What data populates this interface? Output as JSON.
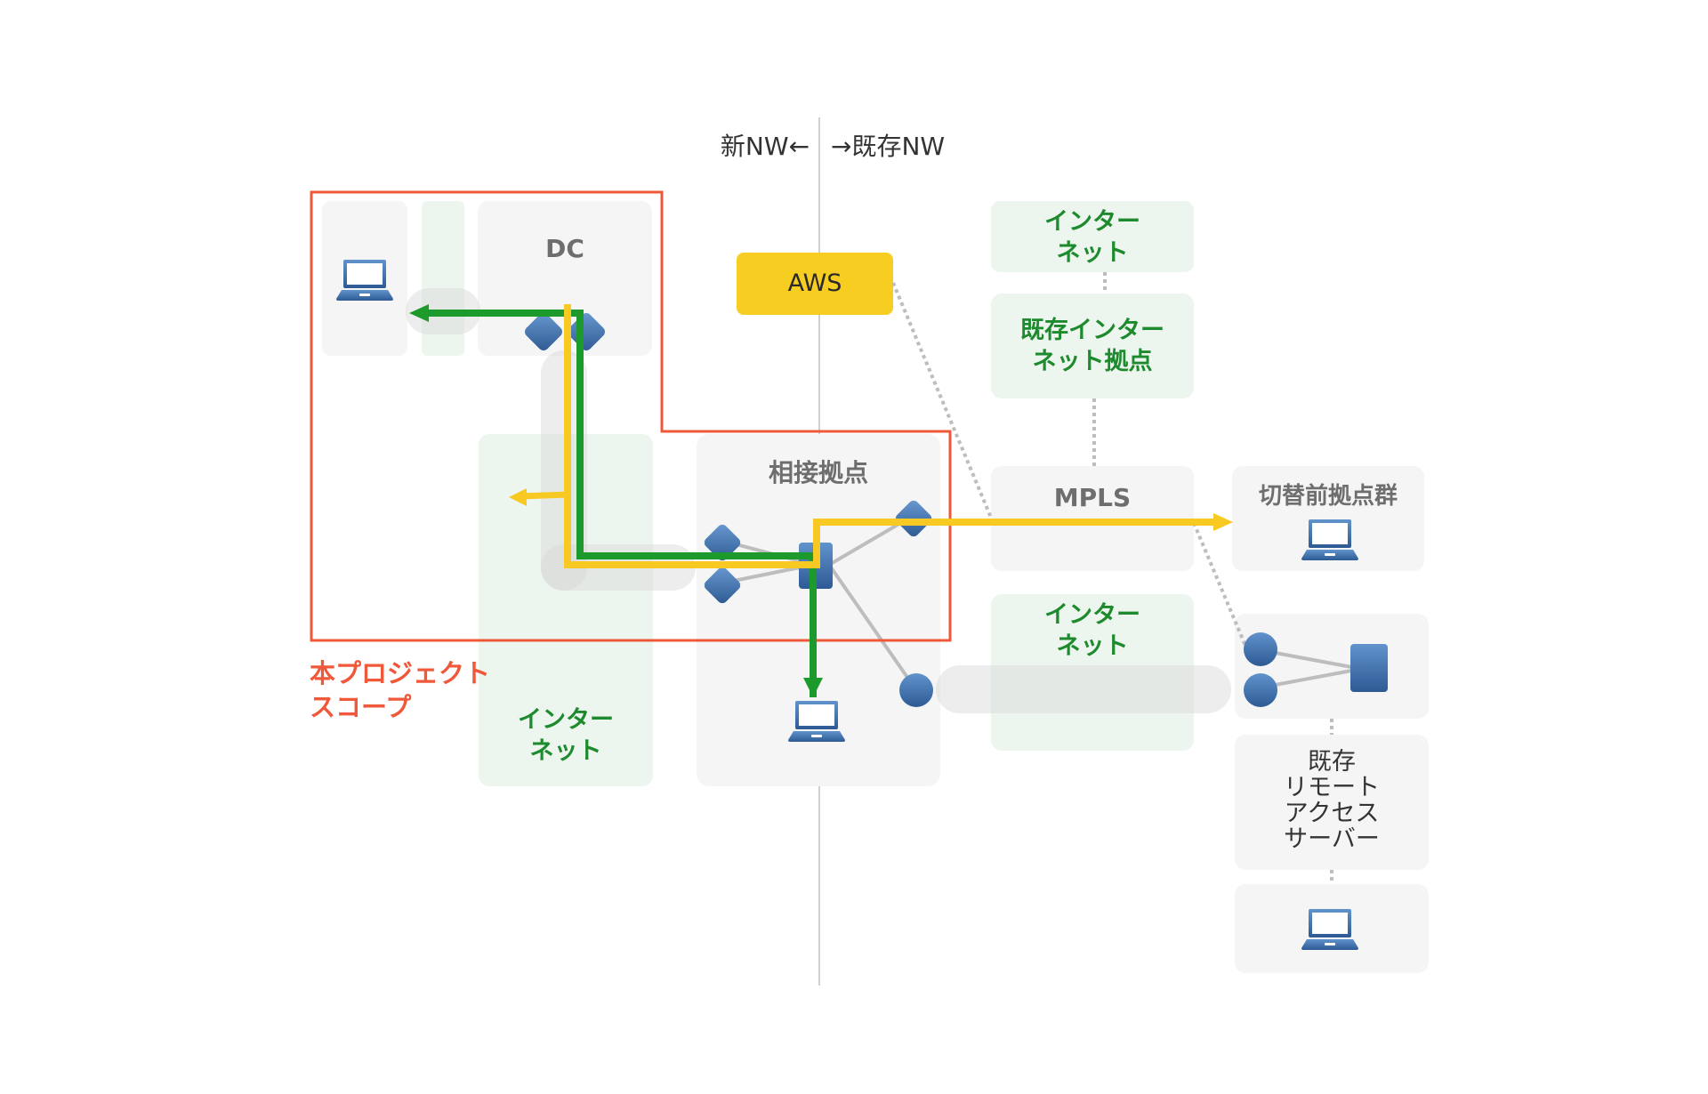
{
  "header": {
    "new_nw_label": "新NW←",
    "existing_nw_label": "→既存NW"
  },
  "scope": {
    "label": "本プロジェクト\nスコープ",
    "color": "#f0583a"
  },
  "zones": {
    "dc": {
      "title": "DC"
    },
    "adjacent_site": {
      "title": "相接拠点"
    },
    "internet_left": {
      "title": "インター\nネット"
    },
    "aws": {
      "title": "AWS",
      "color": "#f7cd22"
    },
    "internet_top": {
      "title": "インター\nネット"
    },
    "existing_internet_site": {
      "title": "既存インター\nネット拠点"
    },
    "mpls": {
      "title": "MPLS"
    },
    "internet_mid": {
      "title": "インター\nネット"
    },
    "pre_switch_sites": {
      "title": "切替前拠点群"
    },
    "existing_remote_access": {
      "title": "既存\nリモート\nアクセス\nサーバー"
    }
  },
  "colors": {
    "green_path": "#1c9a2c",
    "yellow_path": "#f7c922",
    "device_blue": "#3a6aa8",
    "zone_gray": "#f5f5f5",
    "zone_green": "#edf6ee",
    "tunnel_gray": "#d9d9d9",
    "link_gray": "#bdbdbd"
  },
  "icons": {
    "laptop": "laptop-icon",
    "router": "router-diamond-icon",
    "switch": "switch-square-icon",
    "vpn_node": "vpn-circle-icon"
  }
}
